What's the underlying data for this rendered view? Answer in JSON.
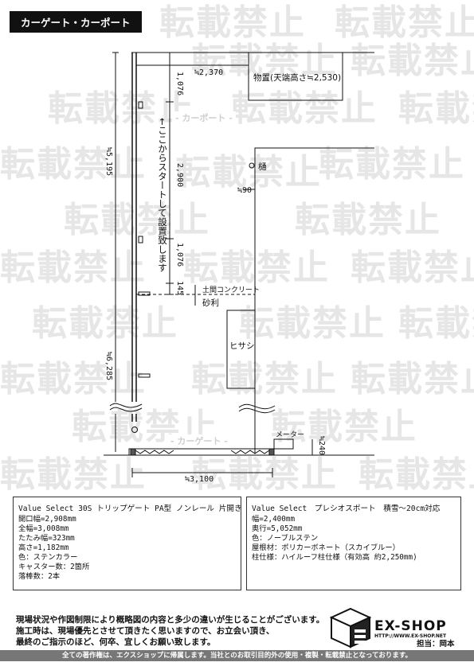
{
  "header": {
    "title": "カーゲート・カーポート"
  },
  "watermark": {
    "text": "転載禁止"
  },
  "drawing": {
    "carport_overlay_label": "- カーポート -",
    "cargate_label": "- カーゲート -",
    "dims": {
      "w_2370": "≒2,370",
      "h_1076_top": "1,076",
      "h_2900": "2,900",
      "h_1076_bottom": "1,076",
      "h_145": "145",
      "total_5195": "≒5,195",
      "total_6285": "≒6,285",
      "w_90": "≒90",
      "w_3100": "≒3,100",
      "h_240": "≒240"
    },
    "labels": {
      "storage": "物置(天端高さ≒2,530)",
      "start_note": "←ここからスタートして設置致します",
      "gutter": "樋",
      "earth_concrete": "土間コンクリート",
      "gravel": "砂利",
      "eaves": "ヒサシ",
      "meter": "メーター"
    }
  },
  "spec_gate": {
    "title": "Value Select 30S トリップゲート PA型 ノンレール 片開き",
    "lines": [
      "開口幅=2,908mm",
      "全幅=3,008mm",
      "たたみ幅=323mm",
      "高さ=1,182mm",
      "色：ステンカラー",
      "キャスター数：2箇所",
      "落棒数：2本"
    ]
  },
  "spec_carport": {
    "title": "Value Select　プレシオスポート　積雪～20cm対応",
    "lines": [
      "幅=2,400mm",
      "奥行=5,052mm",
      "色：ノーブルステン",
      "屋根材：ポリカーボネート（スカイブルー）",
      "柱仕様：ハイルーフ柱仕様（有効高 約2,250mm)"
    ]
  },
  "notes": {
    "line1": "現場状況や作図制限により概略図の内容と多少の違いが生じることがございます。",
    "line2": "施工時は、現場優先とさせて頂きたく思いますので、お立会い頂き、",
    "line3": "最終のご指示のほど、何卒、宜しくお願い致します。"
  },
  "brand": {
    "name": "EX-SHOP",
    "url": "HTTP://WWW.EX-SHOP.NET",
    "staff": "担当：岡本"
  },
  "footer": {
    "text": "全ての著作権は、エクスショップに帰属します。当社とのお取引目的外の使用・複製・転載禁止となっております。"
  }
}
